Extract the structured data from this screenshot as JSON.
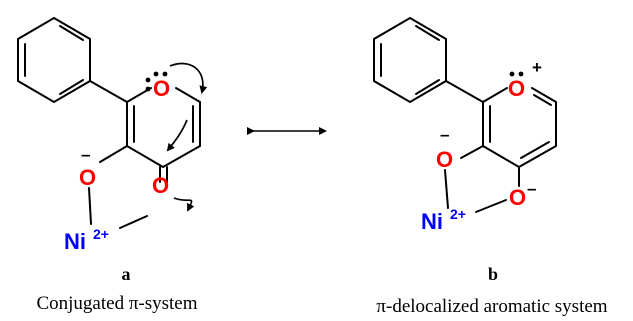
{
  "structure_a": {
    "ring_oxygen": "O",
    "enolate_oxygen": "O",
    "carbonyl_oxygen": "O",
    "nickel": "Ni",
    "nickel_charge": "2+",
    "enolate_charge": "–",
    "label": "a",
    "caption": "Conjugated π-system"
  },
  "structure_b": {
    "ring_oxygen": "O",
    "ring_oxygen_charge": "+",
    "oxygen_3": "O",
    "oxygen_3_charge": "–",
    "oxygen_4": "O",
    "oxygen_4_charge": "–",
    "nickel": "Ni",
    "nickel_charge": "2+",
    "label": "b",
    "caption": "π-delocalized aromatic system"
  },
  "colors": {
    "oxygen": "#ff0000",
    "nickel": "#0000ff",
    "bond": "#000000"
  }
}
